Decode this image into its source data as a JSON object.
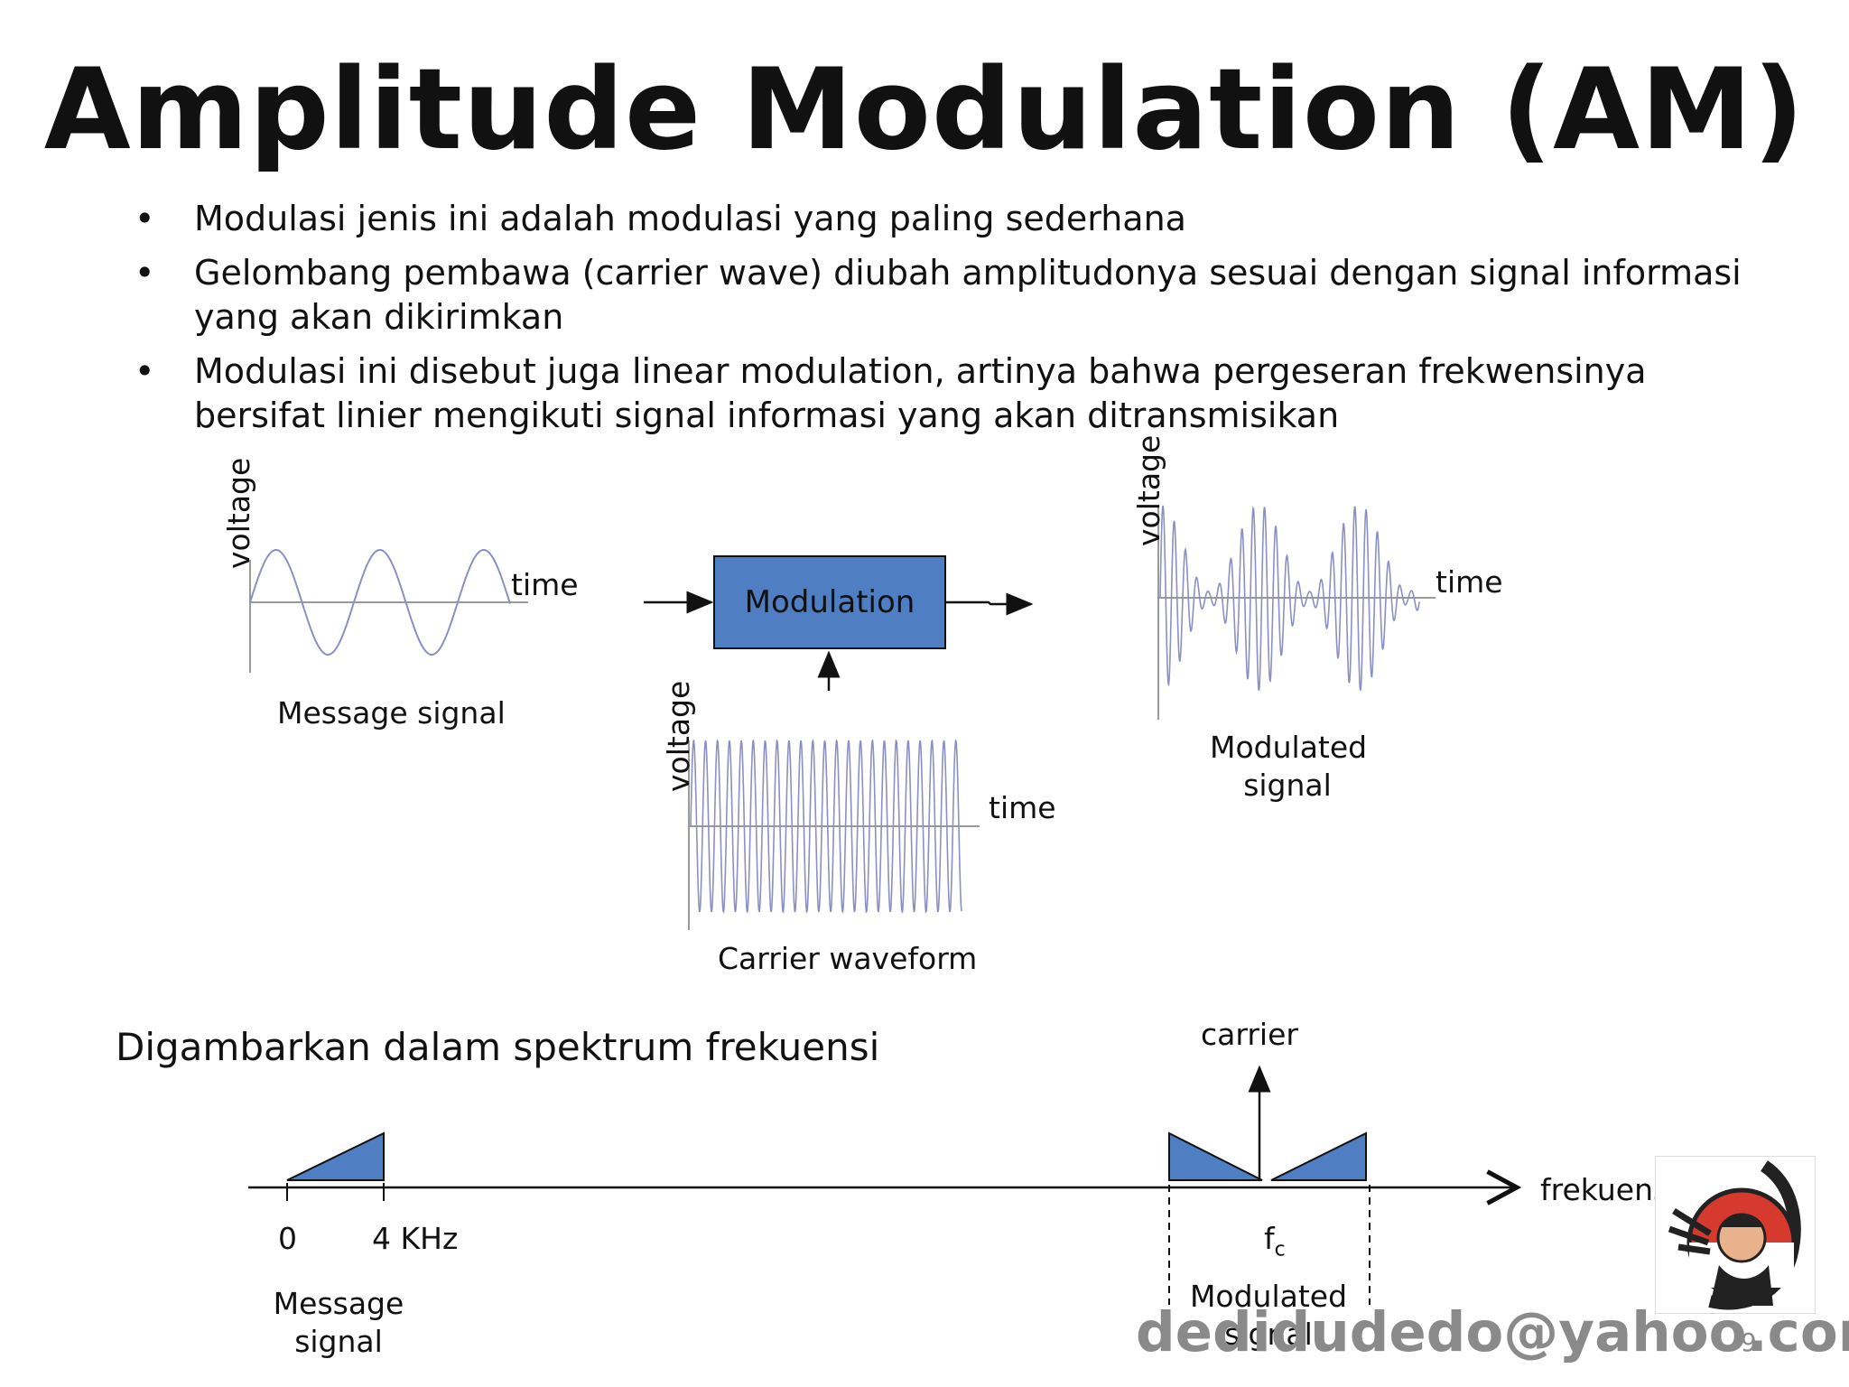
{
  "slide": {
    "title": "Amplitude Modulation (AM)",
    "bullets": [
      "Modulasi jenis ini adalah modulasi yang paling sederhana",
      "Gelombang pembawa (carrier wave) diubah amplitudonya sesuai dengan signal  informasi yang akan dikirimkan",
      "Modulasi ini disebut juga linear modulation, artinya bahwa pergeseran frekwensinya bersifat linier mengikuti signal informasi yang akan ditransmisikan"
    ],
    "page_number": "9",
    "watermark": "dedidudedo@yahoo.com"
  },
  "diagram": {
    "message": {
      "ylabel": "voltage",
      "xlabel": "time",
      "caption": "Message signal"
    },
    "modulator": {
      "label": "Modulation"
    },
    "carrier": {
      "ylabel": "voltage",
      "xlabel": "time",
      "caption": "Carrier waveform"
    },
    "modulated": {
      "ylabel": "voltage",
      "xlabel": "time",
      "caption_line1": "Modulated",
      "caption_line2": "signal"
    },
    "colors": {
      "block_fill": "#4f7ec2",
      "wave": "#8c8fc4"
    }
  },
  "spectrum": {
    "heading": "Digambarkan dalam spektrum frekuensi",
    "axis_label": "frekuensi",
    "carrier_label": "carrier",
    "tick_zero": "0",
    "tick_4khz": "4 KHz",
    "fc_main": "f",
    "fc_sub": "c",
    "message_line1": "Message",
    "message_line2": "signal",
    "modulated_line1": "Modulated",
    "modulated_line2": "signal"
  },
  "logo": {
    "icon": "person-in-red-circle-logo"
  }
}
